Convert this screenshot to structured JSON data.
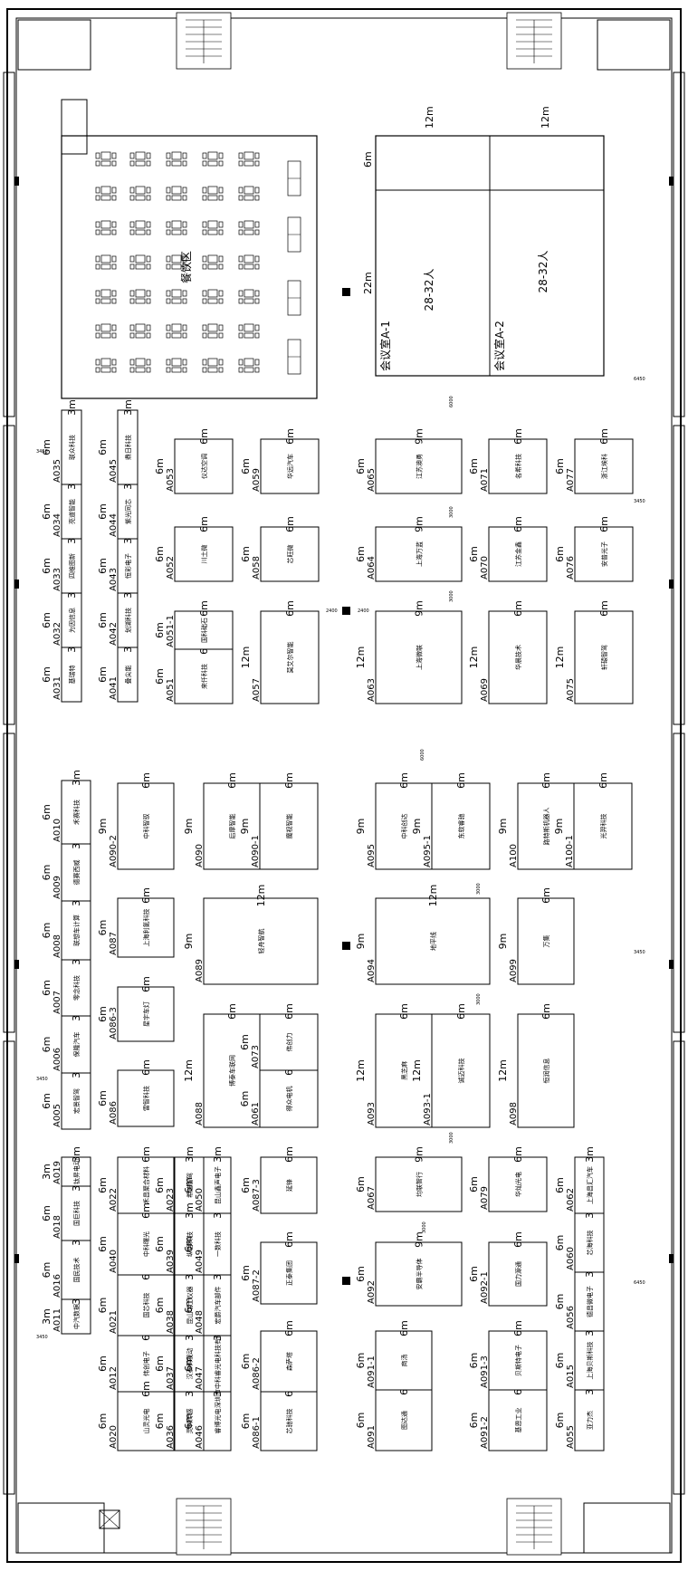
{
  "dining_area": {
    "label": "餐饮区"
  },
  "meeting_rooms": [
    {
      "name": "会议室A-1",
      "capacity": "28-32人",
      "width": "12m",
      "depth": "22m",
      "entry_depth": "6m"
    },
    {
      "name": "会议室A-2",
      "capacity": "28-32人",
      "width": "12m"
    }
  ],
  "dimension_labels": {
    "m3": "3m",
    "m6": "6m",
    "m9": "9m",
    "m12": "12m",
    "m22": "22m"
  },
  "aisle_labels": [
    "6000",
    "3000",
    "2400",
    "3450",
    "6450"
  ],
  "booths": [
    {
      "code": "A031",
      "name": "基瑞特"
    },
    {
      "code": "A032",
      "name": "为因信息"
    },
    {
      "code": "A033",
      "name": "四维图新"
    },
    {
      "code": "A034",
      "name": "亮道智能"
    },
    {
      "code": "A035",
      "name": "联众科技"
    },
    {
      "code": "A041",
      "name": "叠尖能"
    },
    {
      "code": "A042",
      "name": "划湖科技"
    },
    {
      "code": "A043",
      "name": "恒彩电子"
    },
    {
      "code": "A044",
      "name": "紫光同芯"
    },
    {
      "code": "A045",
      "name": "鼎日科技"
    },
    {
      "code": "A051",
      "name": "来仟科技"
    },
    {
      "code": "A051-1",
      "name": "国科础石"
    },
    {
      "code": "A052",
      "name": "川土微"
    },
    {
      "code": "A053",
      "name": "仪达空调"
    },
    {
      "code": "A057",
      "name": "莫艾尔智能"
    },
    {
      "code": "A058",
      "name": "芯旺微"
    },
    {
      "code": "A059",
      "name": "华远汽车"
    },
    {
      "code": "A063",
      "name": "上海微联"
    },
    {
      "code": "A064",
      "name": "上海万蓝"
    },
    {
      "code": "A065",
      "name": "江苏澳勇"
    },
    {
      "code": "A069",
      "name": "华晨技术"
    },
    {
      "code": "A070",
      "name": "江苏金鑫"
    },
    {
      "code": "A071",
      "name": "名希科技"
    },
    {
      "code": "A075",
      "name": "轩辕智驾"
    },
    {
      "code": "A076",
      "name": "安普光子"
    },
    {
      "code": "A077",
      "name": "浙江埃科"
    },
    {
      "code": "A005",
      "name": "宏景智驾"
    },
    {
      "code": "A006",
      "name": "保隆汽车"
    },
    {
      "code": "A007",
      "name": "零念科技"
    },
    {
      "code": "A008",
      "name": "联想车计算"
    },
    {
      "code": "A009",
      "name": "德赛西威"
    },
    {
      "code": "A010",
      "name": "禾赛科技"
    },
    {
      "code": "A086",
      "name": "雷智科技"
    },
    {
      "code": "A086-3",
      "name": "星宇车灯"
    },
    {
      "code": "A087",
      "name": "上海利氪科技"
    },
    {
      "code": "A090-2",
      "name": "中科智驭"
    },
    {
      "code": "A088",
      "name": "博泰车联网"
    },
    {
      "code": "A061",
      "name": "得众电机"
    },
    {
      "code": "A073",
      "name": "伟创力"
    },
    {
      "code": "A089",
      "name": "轻舟智航"
    },
    {
      "code": "A090",
      "name": "后摩智能"
    },
    {
      "code": "A090-1",
      "name": "魔视智能"
    },
    {
      "code": "A093",
      "name": "黑芝麻"
    },
    {
      "code": "A093-1",
      "name": "诚迈科技"
    },
    {
      "code": "A094",
      "name": "地平线"
    },
    {
      "code": "A095",
      "name": "中科创达"
    },
    {
      "code": "A095-1",
      "name": "东软睿驰"
    },
    {
      "code": "A098",
      "name": "恒润信息"
    },
    {
      "code": "A099",
      "name": "万集"
    },
    {
      "code": "A100",
      "name": "路特斯机器人"
    },
    {
      "code": "A100-1",
      "name": "光羿科技"
    },
    {
      "code": "A011",
      "name": "中汽数据"
    },
    {
      "code": "A016",
      "name": "国民技术"
    },
    {
      "code": "A018",
      "name": "国巨科技"
    },
    {
      "code": "A019",
      "name": "钛昇电动"
    },
    {
      "code": "A012",
      "name": "伟创电子"
    },
    {
      "code": "A020",
      "name": "山灵光电"
    },
    {
      "code": "A021",
      "name": "国芯科技"
    },
    {
      "code": "A022",
      "name": "禾昌聚合材料"
    },
    {
      "code": "A040",
      "name": "中科曙光"
    },
    {
      "code": "A023",
      "name": "希迪智驾"
    },
    {
      "code": "A036",
      "name": "灵科传感"
    },
    {
      "code": "A037",
      "name": "汉泰科视动"
    },
    {
      "code": "A038",
      "name": "昆山瑞士仪器"
    },
    {
      "code": "A039",
      "name": "纵目科技"
    },
    {
      "code": "A046",
      "name": "睿博光电"
    },
    {
      "code": "A047",
      "name": "深圳市中科睿光电科技有限公司"
    },
    {
      "code": "A048",
      "name": "宏爵汽车部件"
    },
    {
      "code": "A049",
      "name": "一数科技"
    },
    {
      "code": "A050",
      "name": "昆山鑫声电子"
    },
    {
      "code": "A086-1",
      "name": "芯驰科技"
    },
    {
      "code": "A086-2",
      "name": "森萨塔"
    },
    {
      "code": "A087-2",
      "name": "正泰集团"
    },
    {
      "code": "A087-3",
      "name": "延锋"
    },
    {
      "code": "A091",
      "name": "图达通"
    },
    {
      "code": "A091-1",
      "name": "商汤"
    },
    {
      "code": "A091-2",
      "name": "基恩工业"
    },
    {
      "code": "A091-3",
      "name": "贝斯特电子"
    },
    {
      "code": "A092",
      "name": "安霸半导体"
    },
    {
      "code": "A092-1",
      "name": "国力源通"
    },
    {
      "code": "A067",
      "name": "均联智行"
    },
    {
      "code": "A079",
      "name": "华灿光电"
    },
    {
      "code": "A055",
      "name": "亚力杰"
    },
    {
      "code": "A015",
      "name": "上海贝斯科技"
    },
    {
      "code": "A056",
      "name": "德昌微电子"
    },
    {
      "code": "A060",
      "name": "芯海科技"
    },
    {
      "code": "A062",
      "name": "上海昌汇汽车"
    }
  ]
}
